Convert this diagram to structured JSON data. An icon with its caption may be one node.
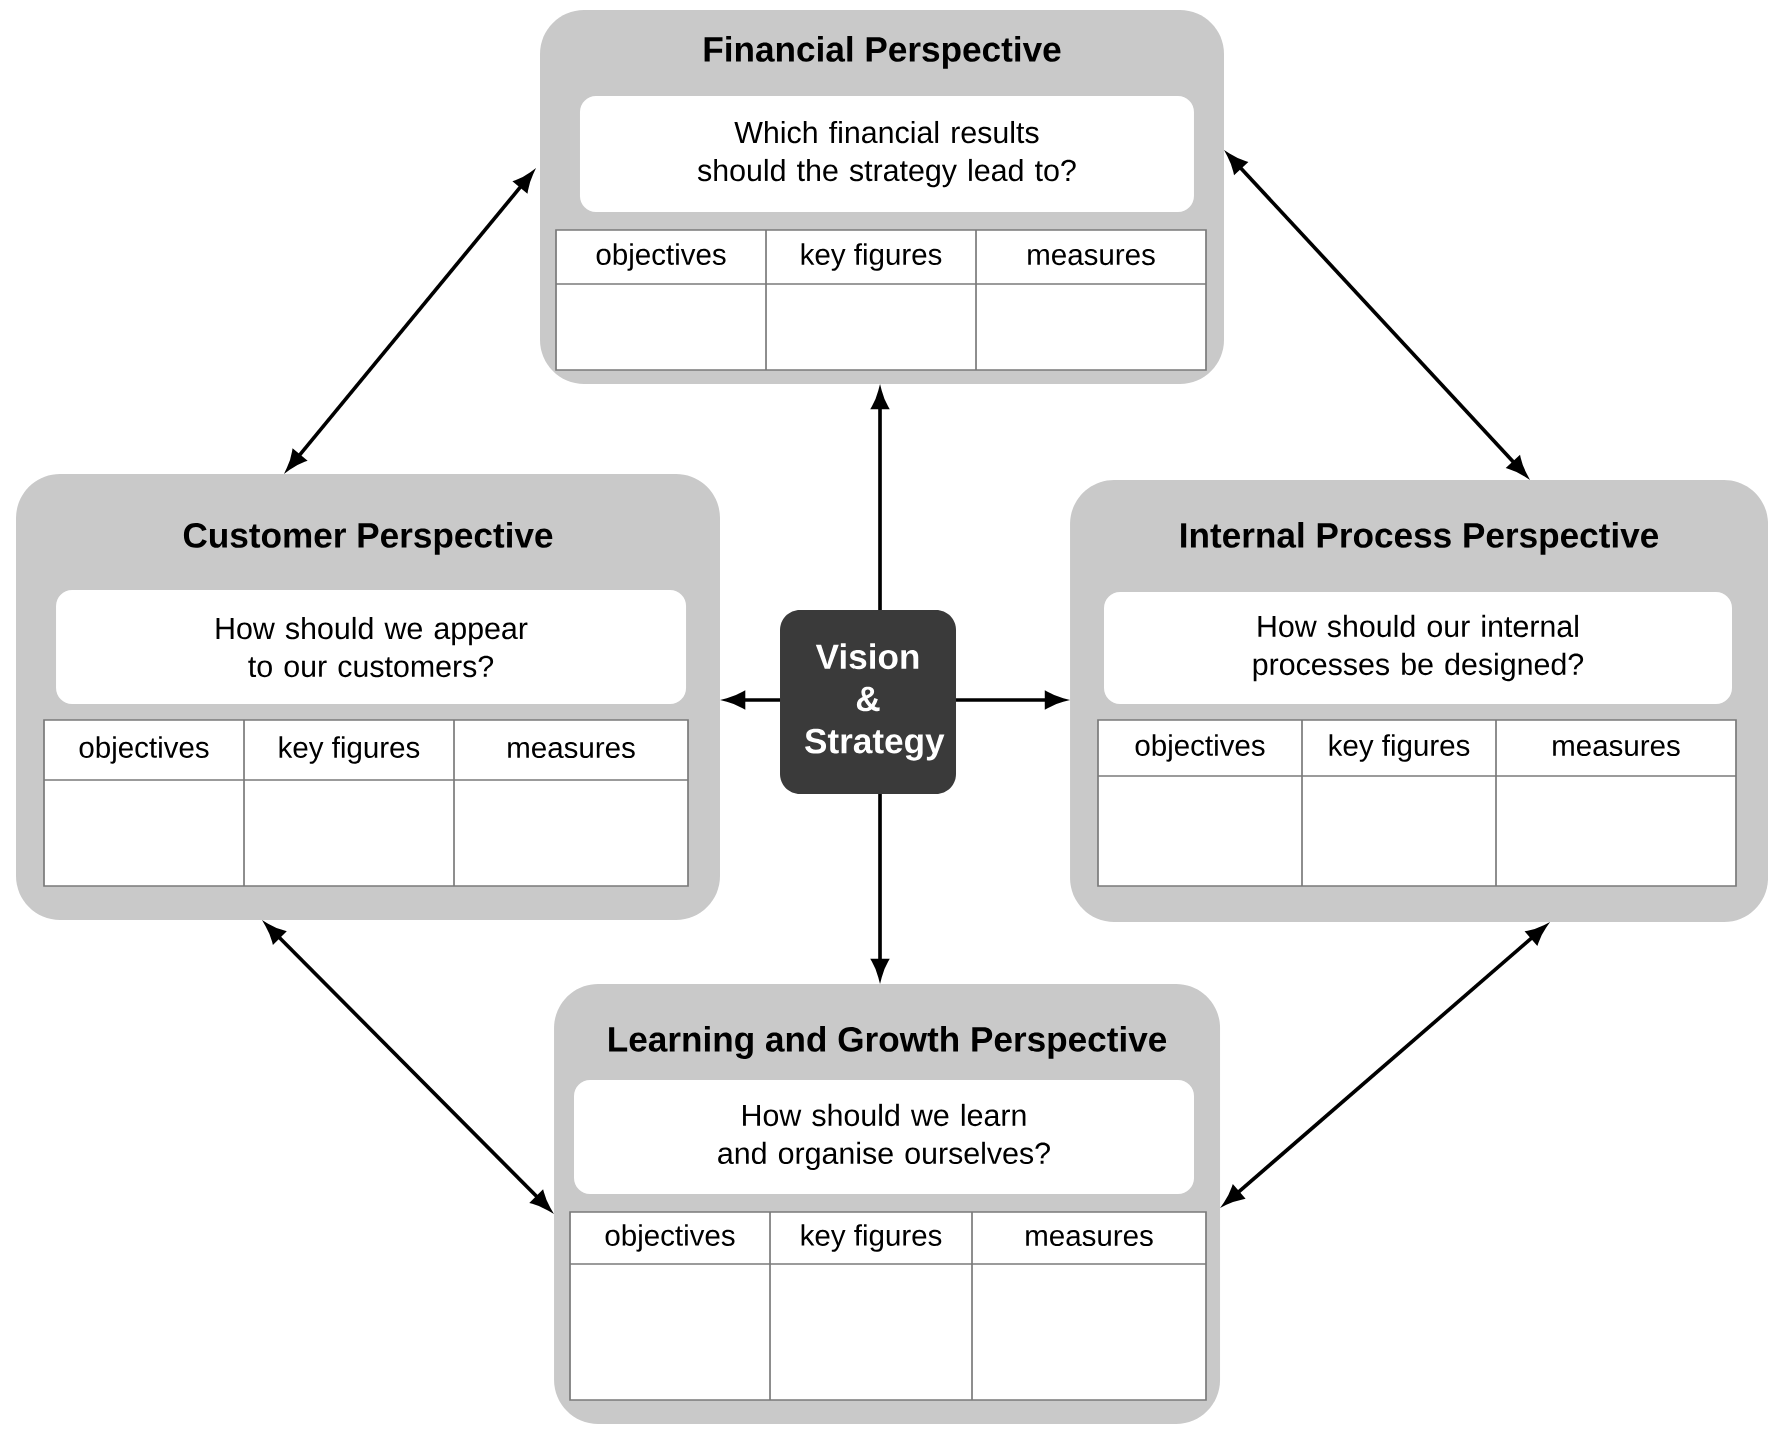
{
  "diagram": {
    "nodes": [
      {
        "text": [
          "Financial Perspective"
        ]
      },
      {
        "text": [
          "Which financial results should the strategy lead to?"
        ],
        "in": 0
      },
      {
        "text": [
          "Customer Perspective"
        ]
      },
      {
        "text": [
          "How should we appear to our customers?"
        ],
        "in": 2
      },
      {
        "text": [
          "Vision & Strategy"
        ]
      },
      {
        "text": [
          "Internal Process Perspective"
        ]
      },
      {
        "text": [
          "How should our internal processes be designed?"
        ],
        "in": 5
      },
      {
        "text": [
          "Learning and Growth Perspective"
        ]
      },
      {
        "text": [
          "How should we learn and organise ourselves?"
        ],
        "in": 7
      }
    ],
    "edges": [
      {
        "from": 4,
        "to": 0,
        "arrow": "to"
      },
      {
        "from": 4,
        "to": 2,
        "arrow": "to"
      },
      {
        "from": 4,
        "to": 5,
        "arrow": "to"
      },
      {
        "from": 4,
        "to": 7,
        "arrow": "to"
      },
      {
        "from": 0,
        "to": 2,
        "arrow": "both"
      },
      {
        "from": 0,
        "to": 5,
        "arrow": "both"
      },
      {
        "from": 2,
        "to": 7,
        "arrow": "both"
      },
      {
        "from": 5,
        "to": 7,
        "arrow": "both"
      }
    ],
    "labels": [
      "objectives",
      "key figures",
      "measures",
      "objectives",
      "key figures",
      "measures",
      "objectives",
      "key figures",
      "measures",
      "objectives",
      "key figures",
      "measures"
    ]
  }
}
